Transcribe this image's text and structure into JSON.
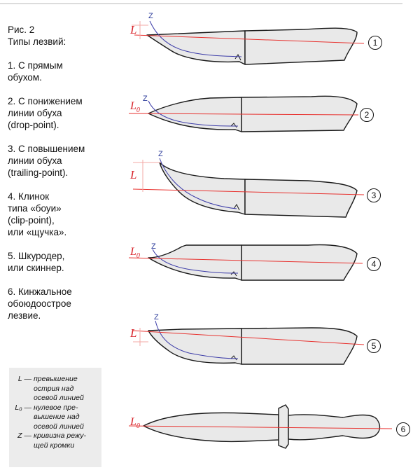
{
  "caption": {
    "fig": "Рис. 2",
    "title": "Типы лезвий:",
    "items": [
      [
        "1. С прямым",
        "обухом."
      ],
      [
        "2. С понижением",
        "линии обуха",
        "(drop-point)."
      ],
      [
        "3. С повышением",
        "линии обуха",
        "(trailing-point)."
      ],
      [
        "4. Клинок",
        "типа «боуи»",
        "(clip-point),",
        "или «щучка»."
      ],
      [
        "5. Шкуродер,",
        "или скиннер."
      ],
      [
        "6. Кинжальное",
        "обоюдоострое",
        "лезвие."
      ]
    ]
  },
  "legend": {
    "rows": [
      {
        "sym": "L —",
        "lines": [
          "превышение",
          "острия над",
          "осевой линией"
        ]
      },
      {
        "sym": "L₀ —",
        "lines": [
          "нулевое пре-",
          "вышение над",
          "осевой линией"
        ]
      },
      {
        "sym": "Z —",
        "lines": [
          "кривизна режу-",
          "щей кромки"
        ]
      }
    ]
  },
  "knives": [
    {
      "number": "1",
      "label": "L",
      "z": "Z"
    },
    {
      "number": "2",
      "label": "L",
      "sub": "0",
      "z": "Z"
    },
    {
      "number": "3",
      "label": "L",
      "z": "Z"
    },
    {
      "number": "4",
      "label": "L",
      "sub": "0",
      "z": "Z"
    },
    {
      "number": "5",
      "label": "L",
      "z": "Z"
    },
    {
      "number": "6",
      "label": "L",
      "sub": "0"
    }
  ],
  "colors": {
    "axis": "#e8322f",
    "curve": "#3c3ca8",
    "outline": "#1a1a1a",
    "fill": "#e9e9e9",
    "legend_bg": "#ececec"
  }
}
